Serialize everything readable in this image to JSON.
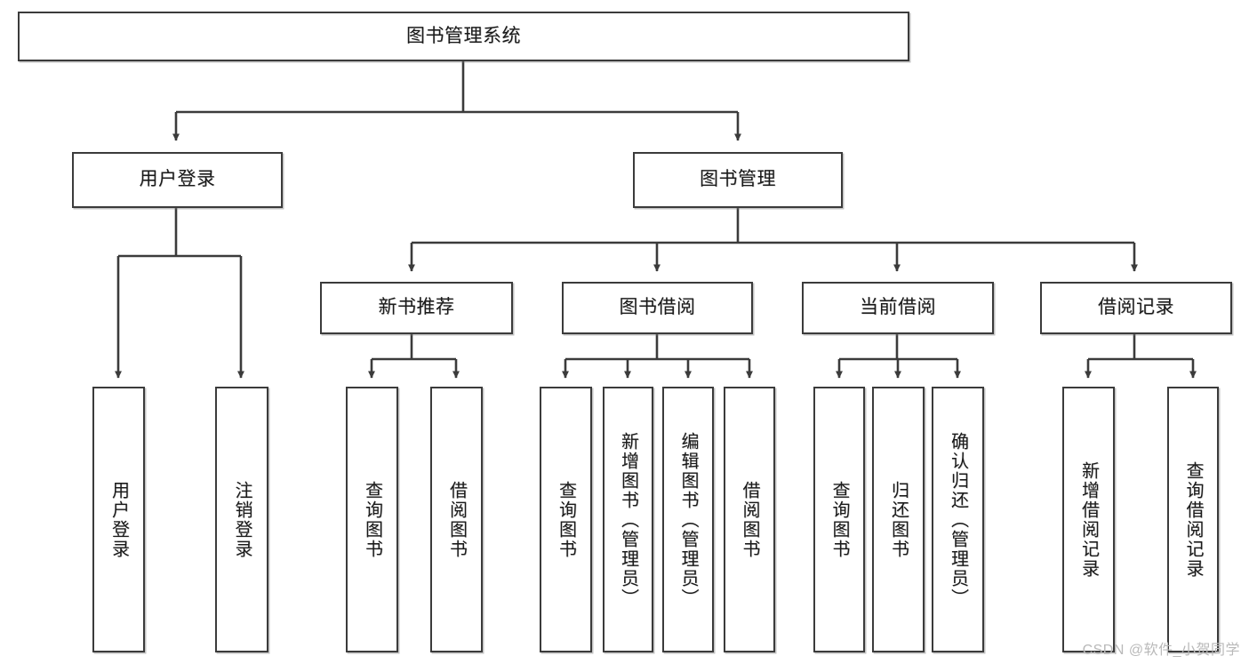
{
  "diagram": {
    "type": "tree-hierarchy",
    "title": "图书管理系统",
    "watermark": "CSDN @软件_小贺同学",
    "colors": {
      "box_border": "#3b3b3b",
      "box_fill": "#ffffff",
      "connector": "#3b3b3b",
      "text": "#1a1a1a",
      "watermark": "#b9b9b9"
    },
    "root": {
      "label": "图书管理系统"
    },
    "level2": [
      {
        "label": "用户登录"
      },
      {
        "label": "图书管理"
      }
    ],
    "level3": [
      {
        "label": "新书推荐"
      },
      {
        "label": "图书借阅"
      },
      {
        "label": "当前借阅"
      },
      {
        "label": "借阅记录"
      }
    ],
    "leaves": {
      "user_login": [
        {
          "label": "用户登录"
        },
        {
          "label": "注销登录"
        }
      ],
      "new_book_recommend": [
        {
          "label": "查询图书"
        },
        {
          "label": "借阅图书"
        }
      ],
      "book_borrow": [
        {
          "label": "查询图书"
        },
        {
          "label": "新增图书（管理员）"
        },
        {
          "label": "编辑图书（管理员）"
        },
        {
          "label": "借阅图书"
        }
      ],
      "current_borrow": [
        {
          "label": "查询图书"
        },
        {
          "label": "归还图书"
        },
        {
          "label": "确认归还（管理员）"
        }
      ],
      "borrow_record": [
        {
          "label": "新增借阅记录"
        },
        {
          "label": "查询借阅记录"
        }
      ]
    }
  }
}
